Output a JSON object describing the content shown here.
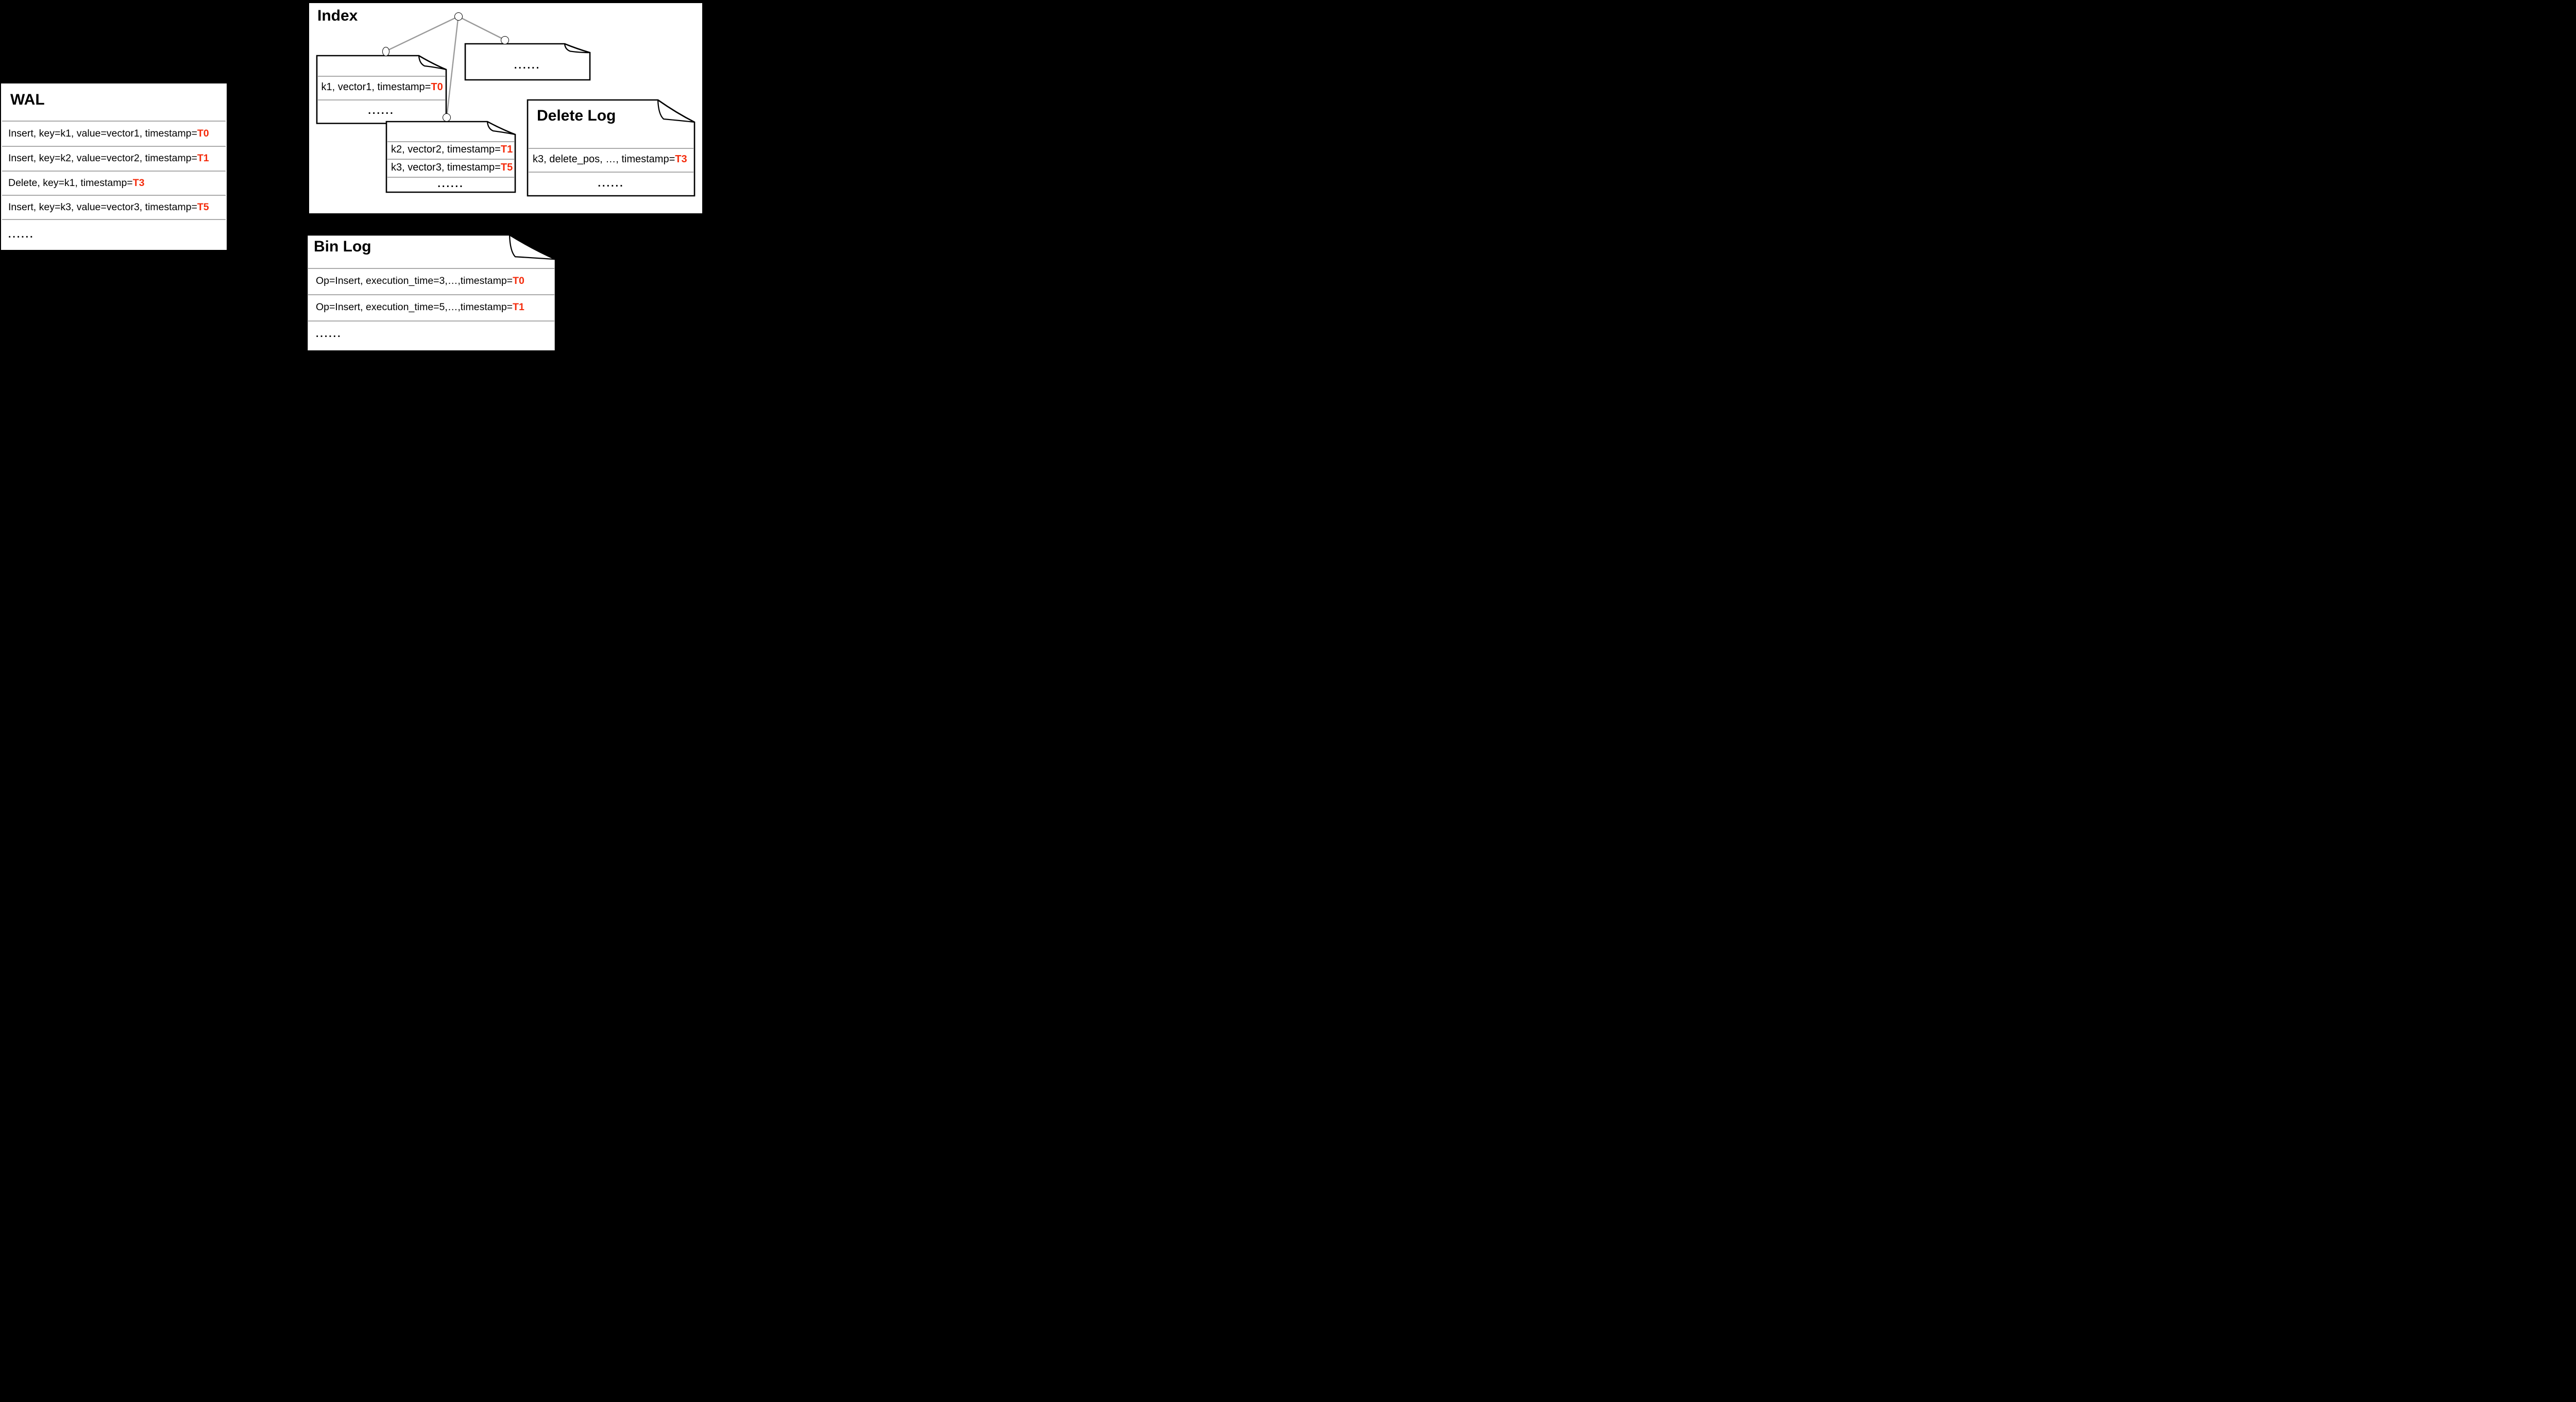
{
  "colors": {
    "background": "#000000",
    "panel": "#ffffff",
    "divider": "#ababab",
    "tree_edge": "#9a9a9a",
    "accent_timestamp": "#f42a0a",
    "text": "#000000"
  },
  "wal": {
    "title": "WAL",
    "rows": [
      {
        "prefix": "Insert, key=k1, value=vector1, timestamp=",
        "timestamp": "T0"
      },
      {
        "prefix": "Insert, key=k2, value=vector2, timestamp=",
        "timestamp": "T1"
      },
      {
        "prefix": "Delete, key=k1, timestamp=",
        "timestamp": "T3"
      },
      {
        "prefix": "Insert, key=k3, value=vector3, timestamp=",
        "timestamp": "T5"
      },
      {
        "prefix": "......"
      }
    ]
  },
  "index": {
    "title": "Index",
    "tree_nodes": [
      "root",
      "left-child",
      "right-child",
      "middle-child"
    ],
    "file_k1": {
      "rows": [
        {
          "prefix": "k1, vector1, timestamp=",
          "timestamp": "T0"
        },
        {
          "prefix": "......"
        }
      ]
    },
    "file_k2k3": {
      "rows": [
        {
          "prefix": "k2, vector2, timestamp=",
          "timestamp": "T1"
        },
        {
          "prefix": "k3, vector3, timestamp=",
          "timestamp": "T5"
        },
        {
          "prefix": "......"
        }
      ]
    },
    "file_other": {
      "rows": [
        {
          "prefix": "......"
        }
      ]
    }
  },
  "delete_log": {
    "title": "Delete Log",
    "rows": [
      {
        "prefix": "k3, delete_pos, …, timestamp=",
        "timestamp": "T3"
      },
      {
        "prefix": "......"
      }
    ]
  },
  "bin_log": {
    "title": "Bin Log",
    "rows": [
      {
        "prefix": "Op=Insert, execution_time=3,…,timestamp=",
        "timestamp": "T0"
      },
      {
        "prefix": "Op=Insert, execution_time=5,…,timestamp=",
        "timestamp": "T1"
      },
      {
        "prefix": "......"
      }
    ]
  }
}
